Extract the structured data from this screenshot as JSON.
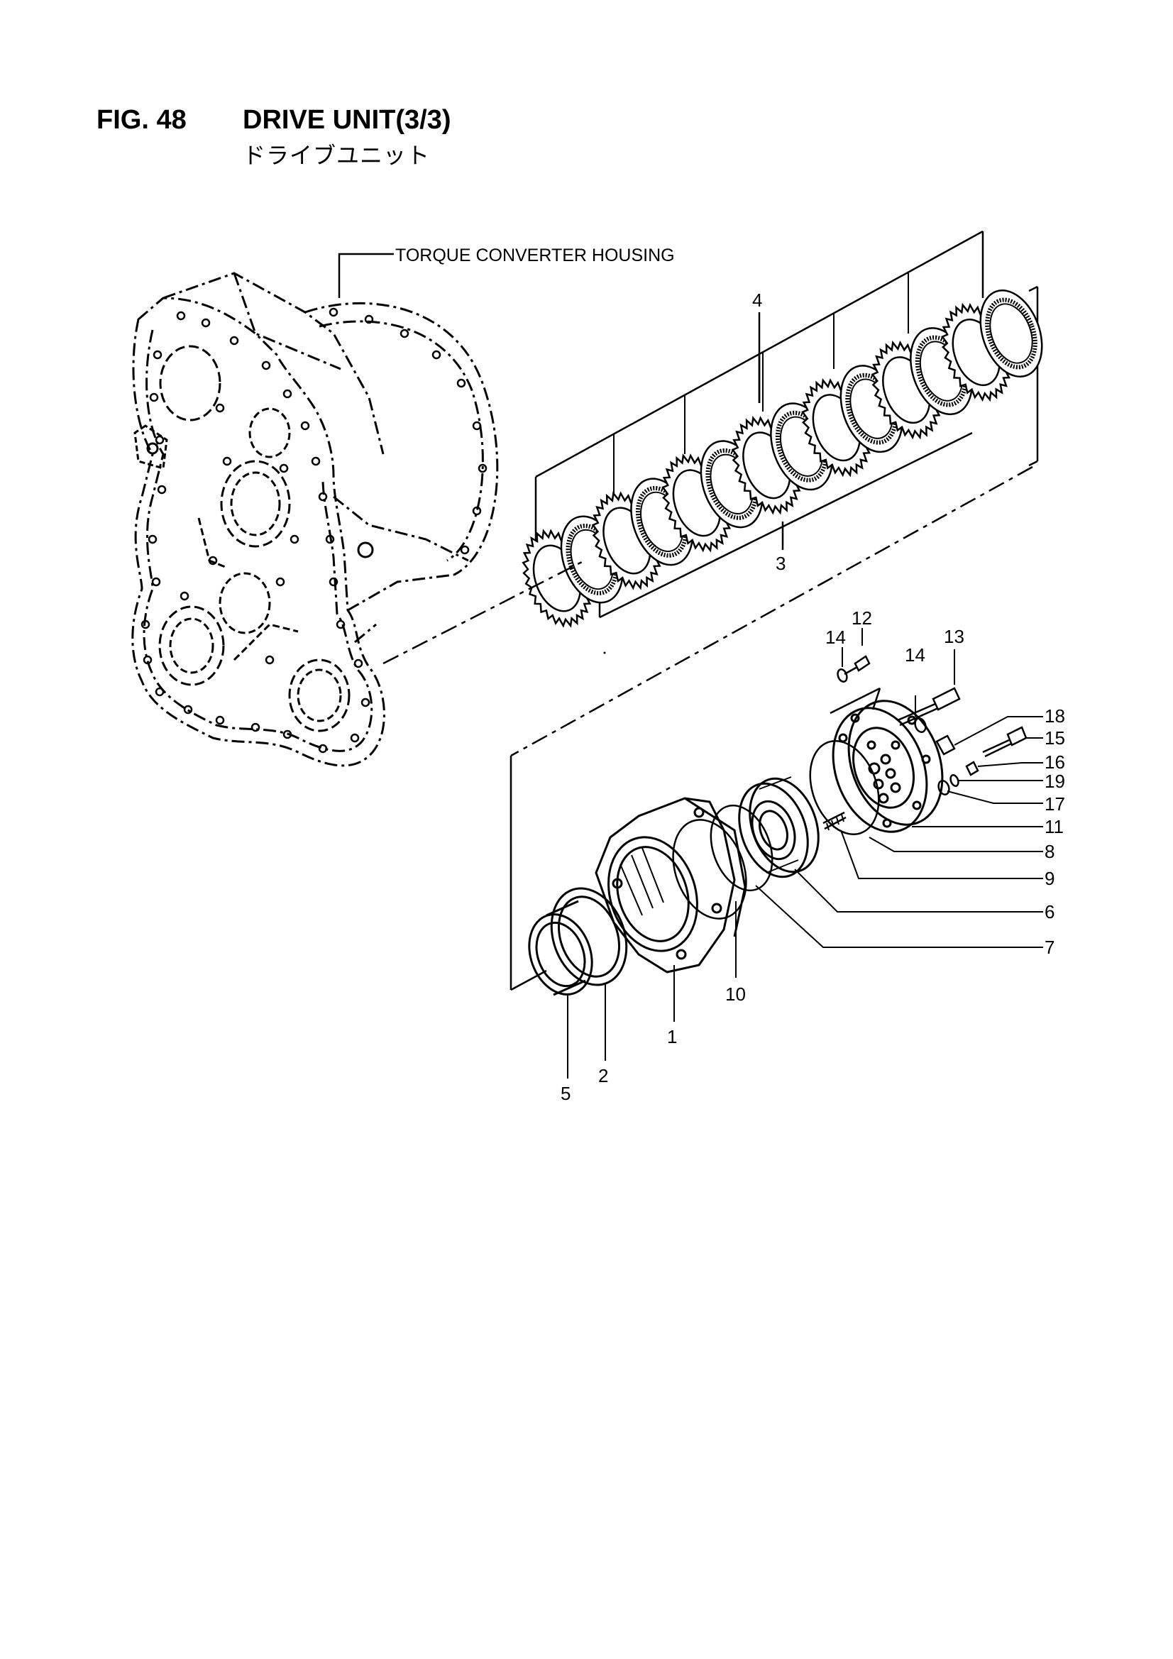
{
  "header": {
    "fig_number": "FIG. 48",
    "title": "DRIVE UNIT(3/3)",
    "subtitle": "ドライブユニット"
  },
  "diagram": {
    "housing_label": "TORQUE CONVERTER HOUSING",
    "callouts": {
      "c1": "1",
      "c2": "2",
      "c3": "3",
      "c4": "4",
      "c5": "5",
      "c6": "6",
      "c7": "7",
      "c8": "8",
      "c9": "9",
      "c10": "10",
      "c11": "11",
      "c12": "12",
      "c13": "13",
      "c14a": "14",
      "c14b": "14",
      "c15": "15",
      "c16": "16",
      "c17": "17",
      "c18": "18",
      "c19": "19"
    }
  }
}
